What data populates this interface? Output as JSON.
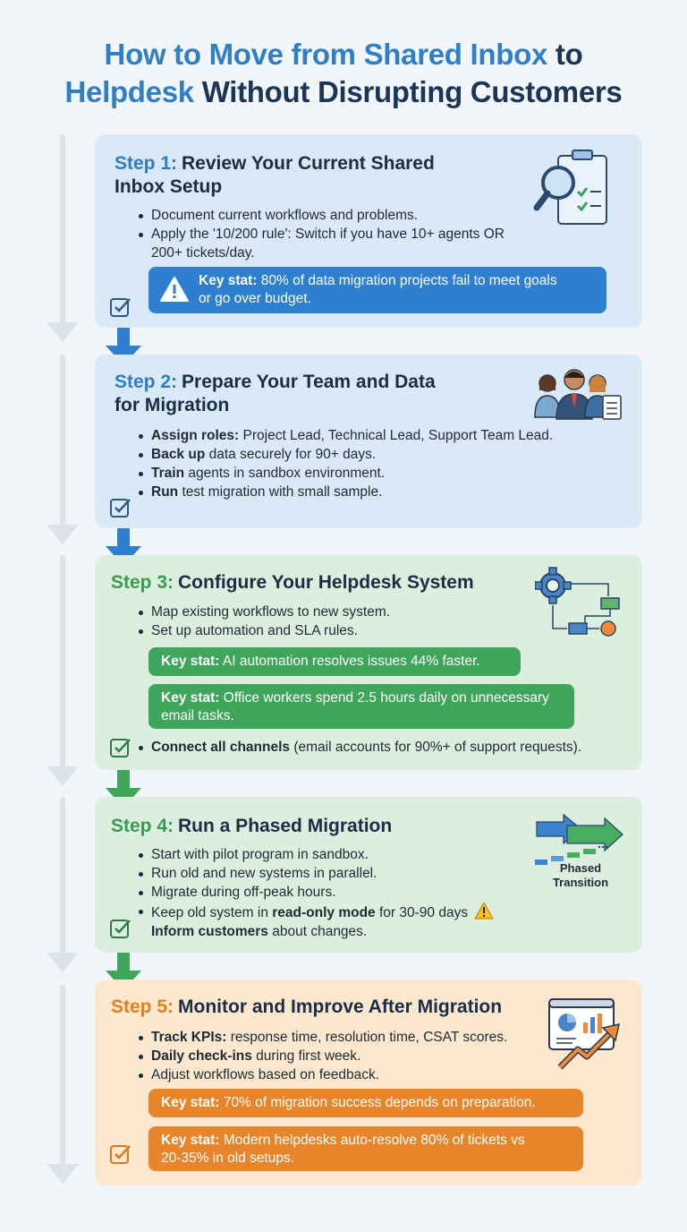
{
  "title": {
    "line1_blue": "How to Move from Shared Inbox",
    "line1_dark": " to",
    "line2_blue": "Helpdesk",
    "line2_dark": " Without Disrupting Customers"
  },
  "colors": {
    "blue_accent": "#2f7fc6",
    "green_accent": "#3ea55a",
    "orange_accent": "#e8852a",
    "title_dark": "#1b3556"
  },
  "steps": [
    {
      "num": "Step 1:",
      "title_l1": "Review Your Current Shared",
      "title_l2": "Inbox Setup",
      "icon": "magnifier-checklist-icon",
      "bullets": [
        "Document current workflows and problems.",
        "Apply the '10/200 rule': Switch if you have 10+ agents OR",
        "200+ tickets/day."
      ],
      "stat_label": "Key stat:",
      "stat_text_l1": " 80% of data migration projects fail to meet goals",
      "stat_text_l2": "or go over budget."
    },
    {
      "num": "Step 2:",
      "title_l1": "Prepare Your Team and Data",
      "title_l2": "for Migration",
      "icon": "team-people-icon",
      "bullets": [
        {
          "bold": "Assign roles:",
          "text": " Project Lead, Technical Lead, Support Team Lead."
        },
        {
          "bold": "Back up",
          "text": " data securely for 90+ days."
        },
        {
          "bold": "Train",
          "text": " agents in sandbox environment."
        },
        {
          "bold": "Run",
          "text": " test migration with small sample."
        }
      ]
    },
    {
      "num": "Step 3:",
      "title": "Configure Your Helpdesk System",
      "icon": "gear-workflow-icon",
      "bullets": [
        "Map existing workflows to new system.",
        "Set up automation and SLA rules."
      ],
      "stat1_label": "Key stat:",
      "stat1_text": " AI automation resolves issues 44% faster.",
      "stat2_label": "Key stat:",
      "stat2_text_l1": " Office workers spend 2.5 hours daily on unnecessary",
      "stat2_text_l2": "email tasks.",
      "last_bold": "Connect all channels",
      "last_text": " (email accounts for 90%+ of support requests)."
    },
    {
      "num": "Step 4:",
      "title": "Run a Phased Migration",
      "icon": "phased-arrows-icon",
      "icon_label_l1": "Phased",
      "icon_label_l2": "Transition",
      "bullets": [
        "Start with pilot program in sandbox.",
        "Run old and new systems in parallel.",
        "Migrate during off-peak hours."
      ],
      "b4_pre": "Keep old system in ",
      "b4_bold": "read-only mode",
      "b4_post": " for 30-90 days",
      "b5_bold": "Inform customers",
      "b5_text": " about changes."
    },
    {
      "num": "Step 5:",
      "title": "Monitor and Improve After Migration",
      "icon": "analytics-chart-icon",
      "bullets": [
        {
          "bold": "Track KPIs:",
          "text": " response time, resolution time, CSAT scores."
        },
        {
          "bold": "Daily check-ins",
          "text": " during first week."
        },
        {
          "bold": "",
          "text": "Adjust workflows based on feedback."
        }
      ],
      "stat1_label": "Key stat:",
      "stat1_text": " 70% of migration success depends on preparation.",
      "stat2_label": "Key stat:",
      "stat2_text_l1": " Modern helpdesks auto-resolve 80% of tickets vs",
      "stat2_text_l2": "20-35% in old setups."
    }
  ]
}
